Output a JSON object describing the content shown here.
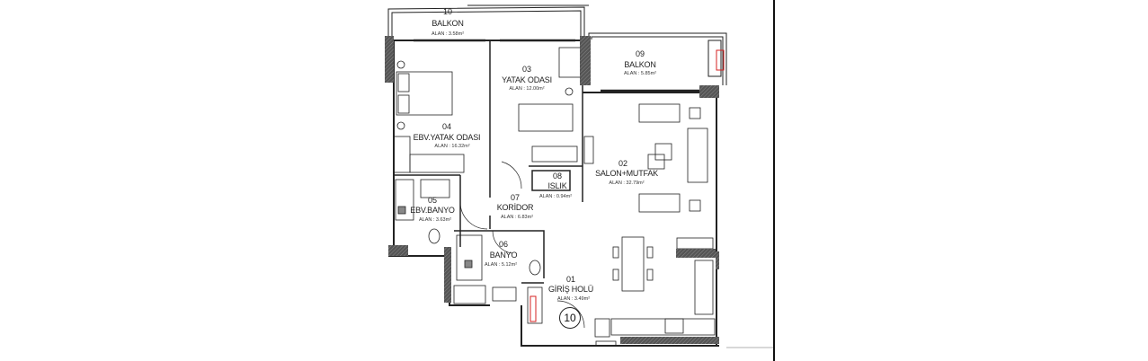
{
  "rooms": [
    {
      "id": "10",
      "name": "BALKON",
      "area": "ALAN   : 3.58m²"
    },
    {
      "id": "09",
      "name": "BALKON",
      "area": "ALAN   : 5.85m²"
    },
    {
      "id": "03",
      "name": "YATAK ODASI",
      "area": "ALAN   : 12.00m²"
    },
    {
      "id": "04",
      "name": "EBV.YATAK ODASI",
      "area": "ALAN   : 16.32m²"
    },
    {
      "id": "02",
      "name": "SALON+MUTFAK",
      "area": "ALAN   : 32.79m²"
    },
    {
      "id": "08",
      "name": "ISLIK",
      "area": "ALAN   : 0.94m²"
    },
    {
      "id": "07",
      "name": "KORİDOR",
      "area": "ALAN   : 6.83m²"
    },
    {
      "id": "05",
      "name": "EBV.BANYO",
      "area": "ALAN   : 3.63m²"
    },
    {
      "id": "06",
      "name": "BANYO",
      "area": "ALAN   : 5.12m²"
    },
    {
      "id": "01",
      "name": "GİRİŞ HOLÜ",
      "area": "ALAN   : 3.49m²"
    }
  ],
  "entrance_marker": "10",
  "colors": {
    "wall": "#444444",
    "hatch": "#555555",
    "line": "#222222",
    "accent": "#d62020"
  }
}
